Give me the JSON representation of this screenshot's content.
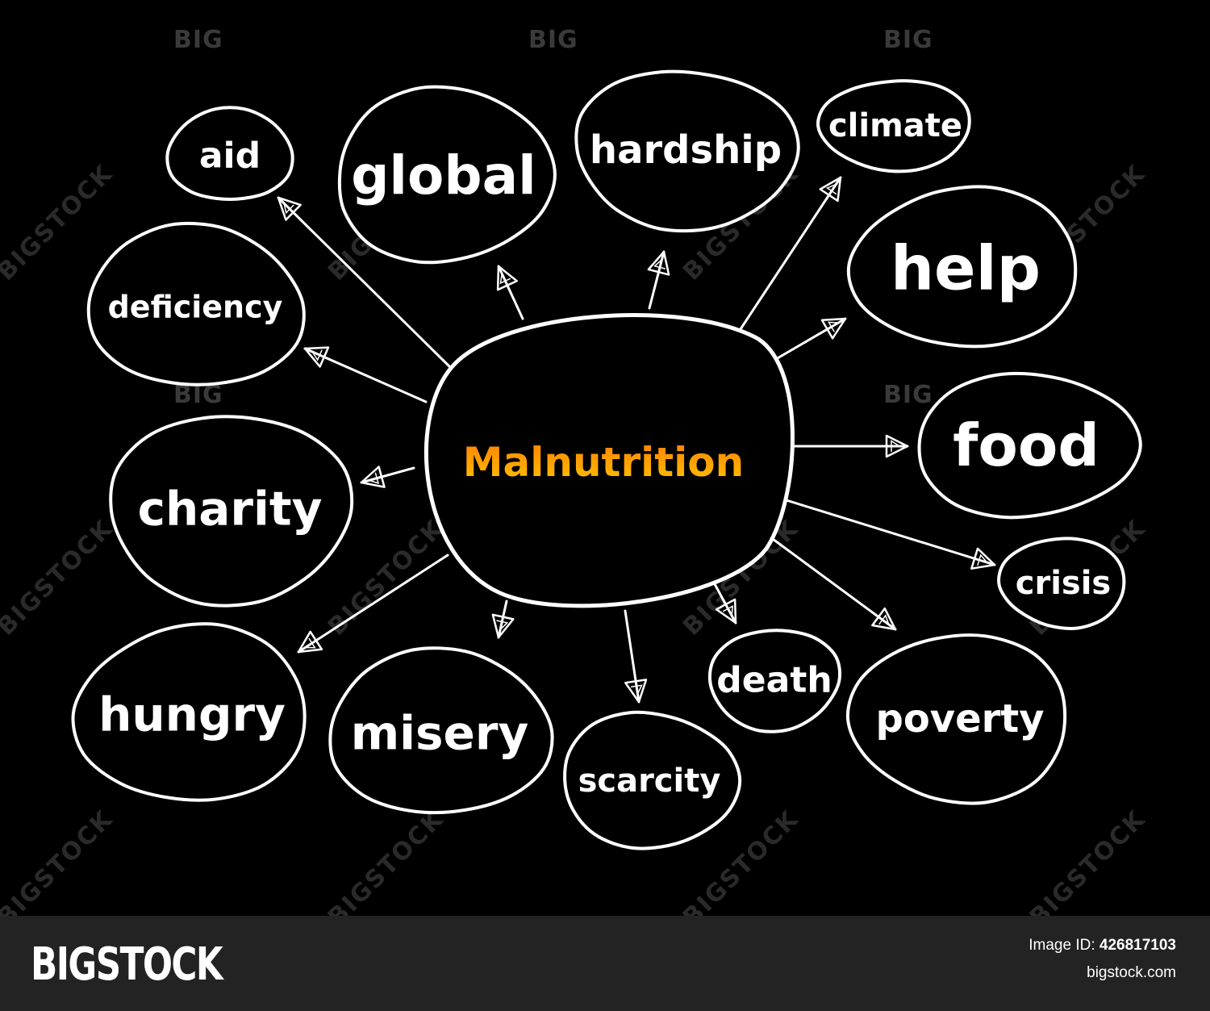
{
  "center": {
    "label": "Malnutrition",
    "color_top": "#ff7f00",
    "color_bottom": "#ffc400"
  },
  "nodes": [
    {
      "id": "aid",
      "label": "aid"
    },
    {
      "id": "global",
      "label": "global"
    },
    {
      "id": "hardship",
      "label": "hardship"
    },
    {
      "id": "climate",
      "label": "climate"
    },
    {
      "id": "help",
      "label": "help"
    },
    {
      "id": "deficiency",
      "label": "deficiency"
    },
    {
      "id": "food",
      "label": "food"
    },
    {
      "id": "charity",
      "label": "charity"
    },
    {
      "id": "crisis",
      "label": "crisis"
    },
    {
      "id": "hungry",
      "label": "hungry"
    },
    {
      "id": "misery",
      "label": "misery"
    },
    {
      "id": "scarcity",
      "label": "scarcity"
    },
    {
      "id": "death",
      "label": "death"
    },
    {
      "id": "poverty",
      "label": "poverty"
    }
  ],
  "watermark": {
    "big": "BIG",
    "diagonal": "BIGSTOCK"
  },
  "footer": {
    "logo": "BIGSTOCK",
    "image_id_label": "Image ID:",
    "image_id_value": "426817103",
    "url": "bigstock.com"
  },
  "colors": {
    "background": "#000000",
    "stroke": "#ffffff",
    "footer": "#232323"
  }
}
